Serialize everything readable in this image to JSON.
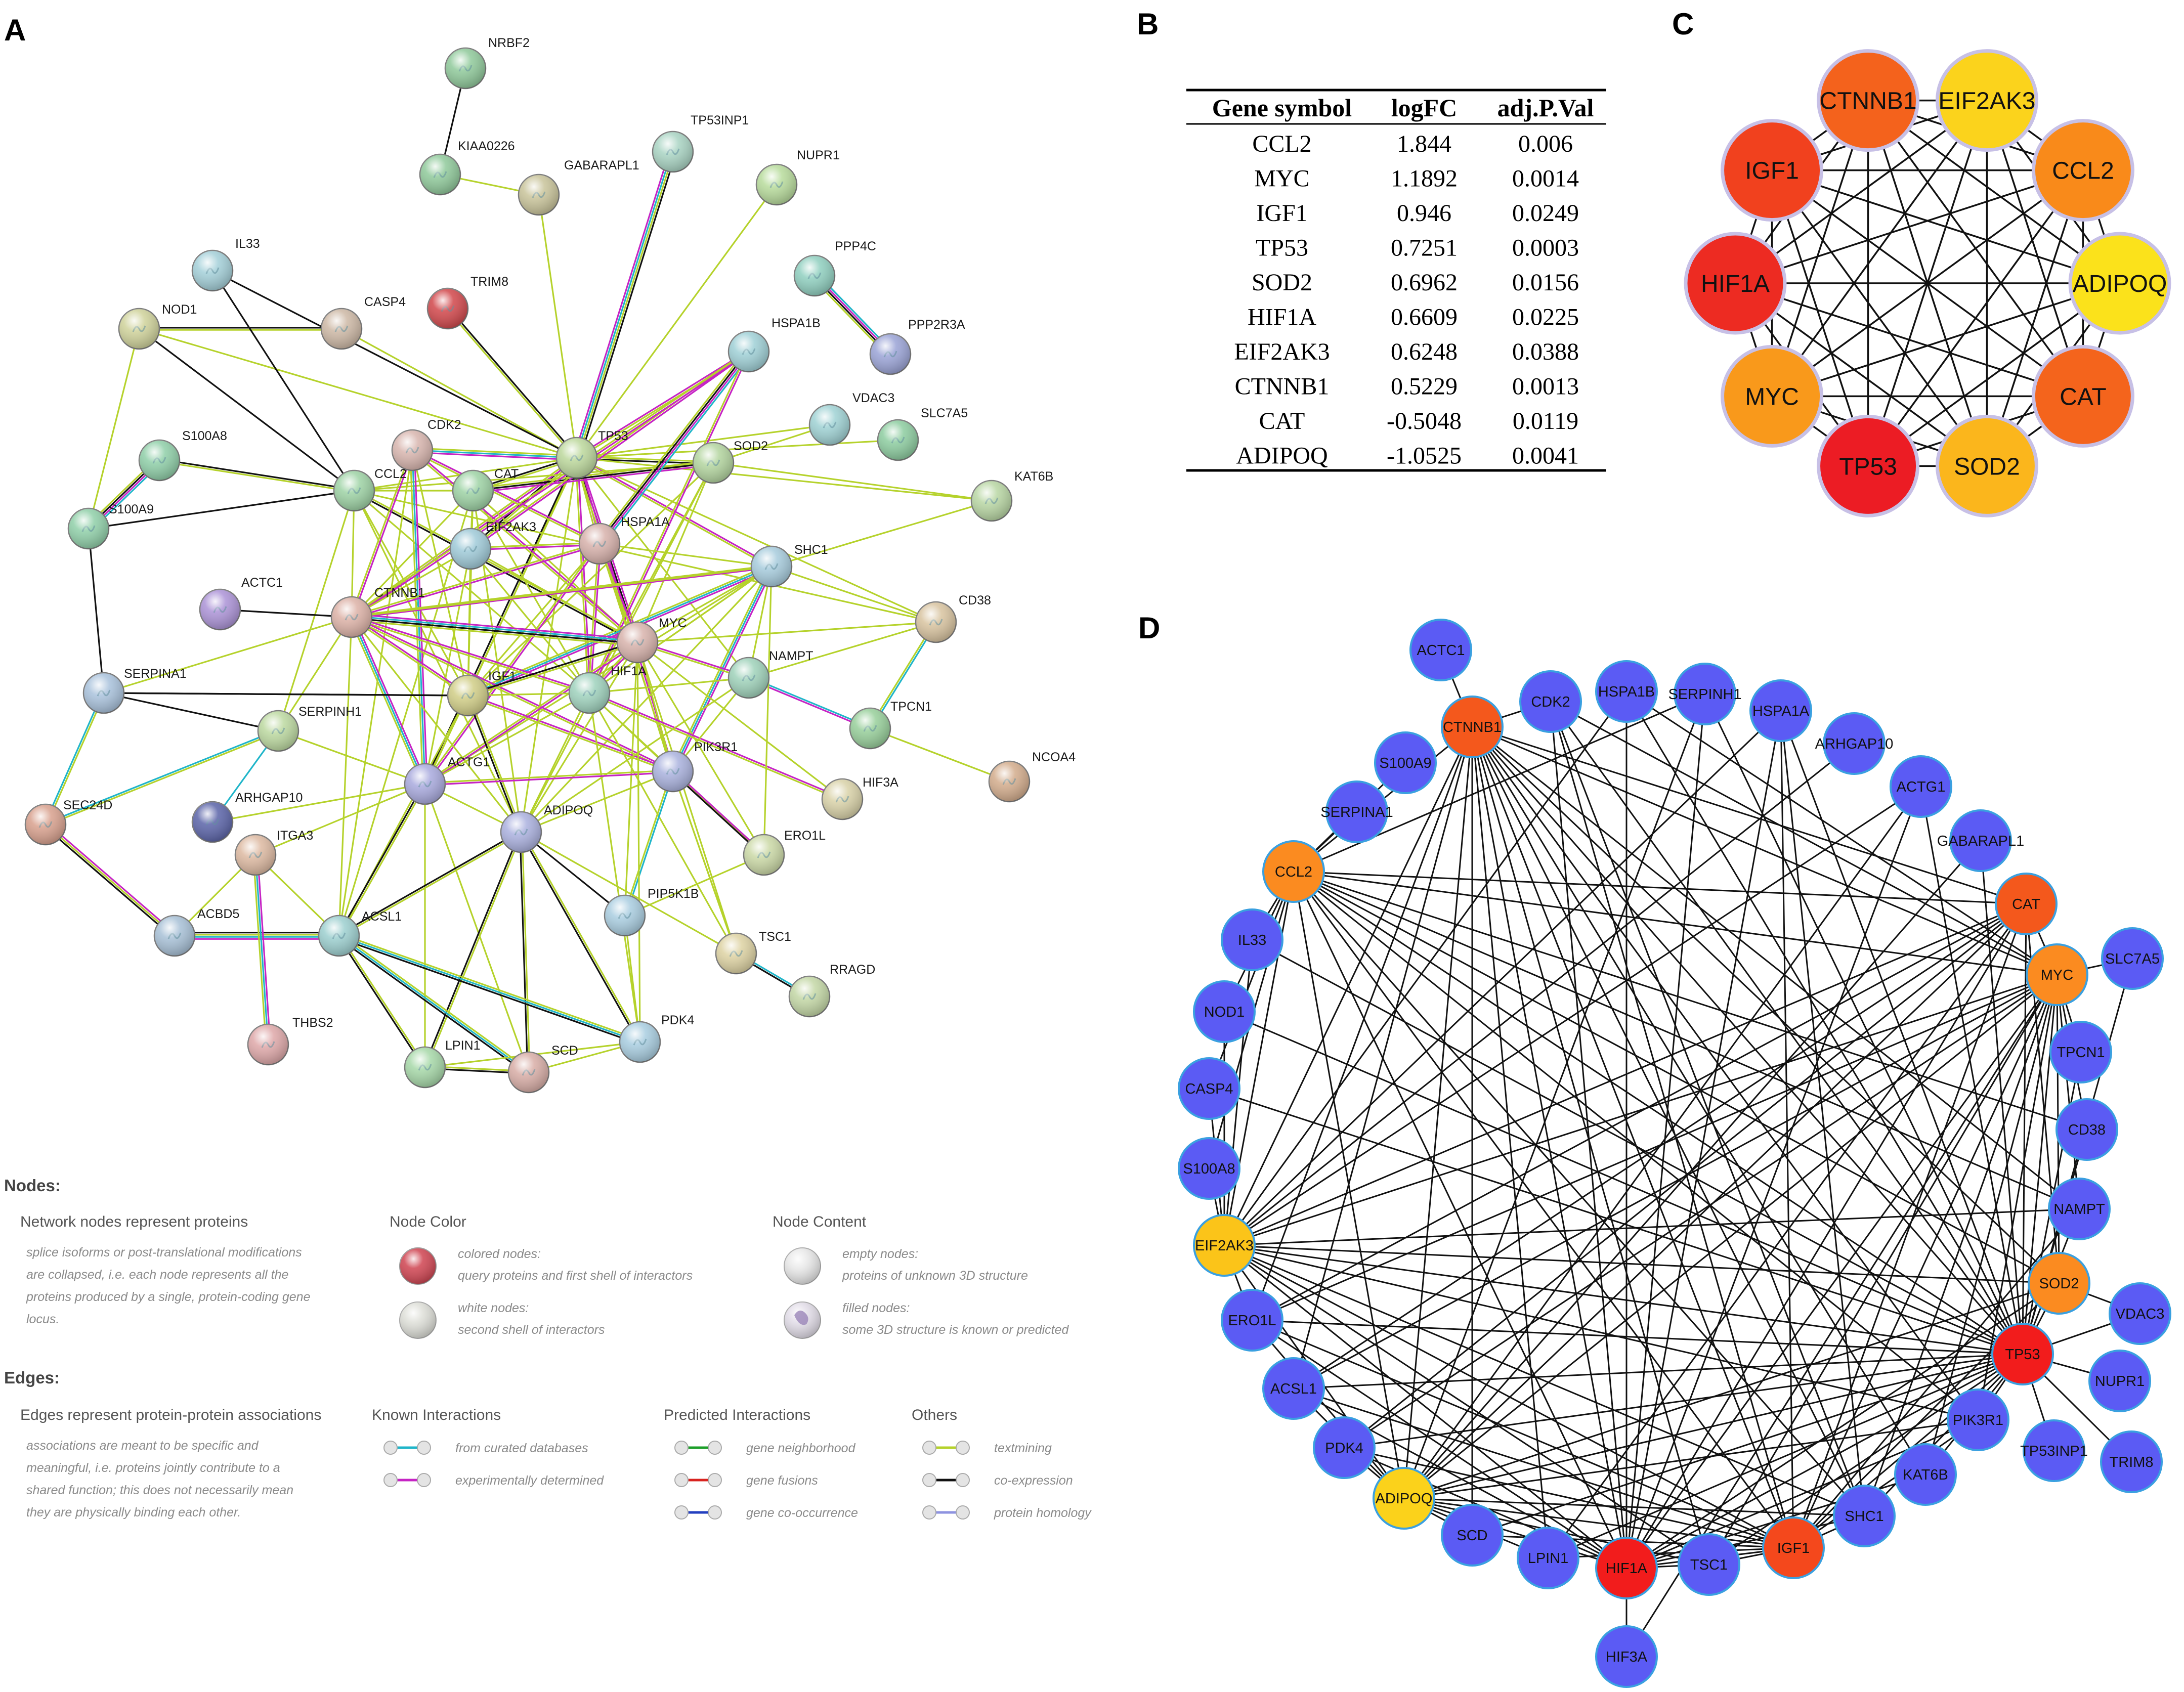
{
  "panels": {
    "a": "A",
    "b": "B",
    "c": "C",
    "d": "D"
  },
  "panelA": {
    "nodes": [
      {
        "id": "NRBF2",
        "color": "#8fc99a"
      },
      {
        "id": "KIAA0226",
        "color": "#8fc99a"
      },
      {
        "id": "GABARAPL1",
        "color": "#c9c49a"
      },
      {
        "id": "TP53INP1",
        "color": "#a9d4c3"
      },
      {
        "id": "NUPR1",
        "color": "#b7db9b"
      },
      {
        "id": "PPP4C",
        "color": "#8fcfbf"
      },
      {
        "id": "PPP2R3A",
        "color": "#9aa3d6"
      },
      {
        "id": "IL33",
        "color": "#a3cfd8"
      },
      {
        "id": "NOD1",
        "color": "#cfd29a"
      },
      {
        "id": "CASP4",
        "color": "#cdb8a5"
      },
      {
        "id": "TRIM8",
        "color": "#d1464a"
      },
      {
        "id": "HSPA1B",
        "color": "#9fd0d6"
      },
      {
        "id": "VDAC3",
        "color": "#9fd2d4"
      },
      {
        "id": "SLC7A5",
        "color": "#8ccc9f"
      },
      {
        "id": "S100A8",
        "color": "#8fcfa8"
      },
      {
        "id": "CDK2",
        "color": "#d8b5ae"
      },
      {
        "id": "CCL2",
        "color": "#9dd2a4"
      },
      {
        "id": "CAT",
        "color": "#9dd2a4"
      },
      {
        "id": "TP53",
        "color": "#bcd89c"
      },
      {
        "id": "SOD2",
        "color": "#b3d59f"
      },
      {
        "id": "KAT6B",
        "color": "#b8d6a3"
      },
      {
        "id": "S100A9",
        "color": "#8fcfa8"
      },
      {
        "id": "EIF2AK3",
        "color": "#9fcad8"
      },
      {
        "id": "HSPA1A",
        "color": "#d7b1ab"
      },
      {
        "id": "SHC1",
        "color": "#a6cbdc"
      },
      {
        "id": "ACTC1",
        "color": "#ab92d6"
      },
      {
        "id": "CTNNB1",
        "color": "#dcb1a6"
      },
      {
        "id": "MYC",
        "color": "#d8b3ac"
      },
      {
        "id": "CD38",
        "color": "#d8c39f"
      },
      {
        "id": "SERPINA1",
        "color": "#a9c2dc"
      },
      {
        "id": "IGF1",
        "color": "#d0cd86"
      },
      {
        "id": "HIF1A",
        "color": "#9fd2bd"
      },
      {
        "id": "NAMPT",
        "color": "#9fd2ba"
      },
      {
        "id": "SERPINH1",
        "color": "#bcd9a0"
      },
      {
        "id": "TPCN1",
        "color": "#97cf9a"
      },
      {
        "id": "NCOA4",
        "color": "#d3ac8c"
      },
      {
        "id": "ACTG1",
        "color": "#a8a9dd"
      },
      {
        "id": "PIK3R1",
        "color": "#aab2de"
      },
      {
        "id": "HIF3A",
        "color": "#d9d2a8"
      },
      {
        "id": "SEC24D",
        "color": "#d8a08d"
      },
      {
        "id": "ARHGAP10",
        "color": "#5a63a8"
      },
      {
        "id": "ADIPOQ",
        "color": "#aab0de"
      },
      {
        "id": "ITGA3",
        "color": "#ddb9a1"
      },
      {
        "id": "ERO1L",
        "color": "#cbd9a6"
      },
      {
        "id": "PIP5K1B",
        "color": "#a9cde0"
      },
      {
        "id": "ACBD5",
        "color": "#a7c0d6"
      },
      {
        "id": "ACSL1",
        "color": "#9ccfcf"
      },
      {
        "id": "TSC1",
        "color": "#ddd2a2"
      },
      {
        "id": "RRAGD",
        "color": "#c3d7a5"
      },
      {
        "id": "THBS2",
        "color": "#dea7a8"
      },
      {
        "id": "PDK4",
        "color": "#a8cde0"
      },
      {
        "id": "LPIN1",
        "color": "#a6d8a8"
      },
      {
        "id": "SCD",
        "color": "#d8ada6"
      }
    ],
    "legend": {
      "nodes_title": "Nodes:",
      "nodes_sub": "Network nodes represent proteins",
      "nodes_desc": [
        "splice isoforms or post-translational modifications",
        "are collapsed, i.e. each node represents all the",
        "proteins produced by a single, protein-coding gene",
        "locus."
      ],
      "node_color_title": "Node Color",
      "colored_nodes": [
        "colored nodes:",
        "query proteins and first shell of interactors"
      ],
      "white_nodes": [
        "white nodes:",
        "second shell of interactors"
      ],
      "node_content_title": "Node Content",
      "empty_nodes": [
        "empty nodes:",
        "proteins of unknown 3D structure"
      ],
      "filled_nodes": [
        "filled nodes:",
        "some 3D structure is known or predicted"
      ],
      "edges_title": "Edges:",
      "edges_sub": "Edges represent protein-protein associations",
      "edges_desc": [
        "associations are meant to be specific and",
        "meaningful, i.e. proteins jointly contribute to a",
        "shared function; this does not necessarily mean",
        "they are physically binding each other."
      ],
      "known_title": "Known Interactions",
      "known": [
        {
          "label": "from curated databases",
          "color": "#1fb5c9"
        },
        {
          "label": "experimentally determined",
          "color": "#c624c4"
        }
      ],
      "predicted_title": "Predicted Interactions",
      "predicted": [
        {
          "label": "gene neighborhood",
          "color": "#1d9f2a"
        },
        {
          "label": "gene fusions",
          "color": "#d8231f"
        },
        {
          "label": "gene co-occurrence",
          "color": "#233fbf"
        }
      ],
      "others_title": "Others",
      "others": [
        {
          "label": "textmining",
          "color": "#b5d22b"
        },
        {
          "label": "co-expression",
          "color": "#111111"
        },
        {
          "label": "protein homology",
          "color": "#8e93e0"
        }
      ]
    }
  },
  "table": {
    "headers": [
      "Gene symbol",
      "logFC",
      "adj.P.Val"
    ],
    "rows": [
      [
        "CCL2",
        "1.844",
        "0.006"
      ],
      [
        "MYC",
        "1.1892",
        "0.0014"
      ],
      [
        "IGF1",
        "0.946",
        "0.0249"
      ],
      [
        "TP53",
        "0.7251",
        "0.0003"
      ],
      [
        "SOD2",
        "0.6962",
        "0.0156"
      ],
      [
        "HIF1A",
        "0.6609",
        "0.0225"
      ],
      [
        "EIF2AK3",
        "0.6248",
        "0.0388"
      ],
      [
        "CTNNB1",
        "0.5229",
        "0.0013"
      ],
      [
        "CAT",
        "-0.5048",
        "0.0119"
      ],
      [
        "ADIPOQ",
        "-1.0525",
        "0.0041"
      ]
    ]
  },
  "panelC": {
    "nodes": [
      {
        "id": "CTNNB1",
        "color": "#f4621c"
      },
      {
        "id": "EIF2AK3",
        "color": "#fbd31c"
      },
      {
        "id": "CCL2",
        "color": "#f98a1a"
      },
      {
        "id": "ADIPOQ",
        "color": "#fbe21b"
      },
      {
        "id": "CAT",
        "color": "#f4641c"
      },
      {
        "id": "SOD2",
        "color": "#fbb61c"
      },
      {
        "id": "TP53",
        "color": "#ec1c24"
      },
      {
        "id": "MYC",
        "color": "#f9991b"
      },
      {
        "id": "HIF1A",
        "color": "#ed2b22"
      },
      {
        "id": "IGF1",
        "color": "#f1411e"
      }
    ]
  },
  "panelD": {
    "hub_colors": {
      "red": "#f21c1c",
      "orange_red": "#f4581c",
      "orange": "#fb8b20",
      "gold": "#fbc419",
      "blue": "#5b5bf4"
    },
    "nodes": [
      {
        "id": "ACTC1",
        "color": "#5b5bf4"
      },
      {
        "id": "CTNNB1",
        "color": "#f4581c"
      },
      {
        "id": "CDK2",
        "color": "#5b5bf4"
      },
      {
        "id": "HSPA1B",
        "color": "#5b5bf4"
      },
      {
        "id": "SERPINH1",
        "color": "#5b5bf4"
      },
      {
        "id": "HSPA1A",
        "color": "#5b5bf4"
      },
      {
        "id": "ARHGAP10",
        "color": "#5b5bf4"
      },
      {
        "id": "S100A9",
        "color": "#5b5bf4"
      },
      {
        "id": "ACTG1",
        "color": "#5b5bf4"
      },
      {
        "id": "SERPINA1",
        "color": "#5b5bf4"
      },
      {
        "id": "GABARAPL1",
        "color": "#5b5bf4"
      },
      {
        "id": "CCL2",
        "color": "#fb8b20"
      },
      {
        "id": "CAT",
        "color": "#f4581c"
      },
      {
        "id": "IL33",
        "color": "#5b5bf4"
      },
      {
        "id": "MYC",
        "color": "#fb8b20"
      },
      {
        "id": "SLC7A5",
        "color": "#5b5bf4"
      },
      {
        "id": "NOD1",
        "color": "#5b5bf4"
      },
      {
        "id": "TPCN1",
        "color": "#5b5bf4"
      },
      {
        "id": "CASP4",
        "color": "#5b5bf4"
      },
      {
        "id": "CD38",
        "color": "#5b5bf4"
      },
      {
        "id": "S100A8",
        "color": "#5b5bf4"
      },
      {
        "id": "NAMPT",
        "color": "#5b5bf4"
      },
      {
        "id": "EIF2AK3",
        "color": "#fbc419"
      },
      {
        "id": "SOD2",
        "color": "#fb8b20"
      },
      {
        "id": "VDAC3",
        "color": "#5b5bf4"
      },
      {
        "id": "ERO1L",
        "color": "#5b5bf4"
      },
      {
        "id": "TP53",
        "color": "#f21c1c"
      },
      {
        "id": "NUPR1",
        "color": "#5b5bf4"
      },
      {
        "id": "ACSL1",
        "color": "#5b5bf4"
      },
      {
        "id": "PIK3R1",
        "color": "#5b5bf4"
      },
      {
        "id": "TP53INP1",
        "color": "#5b5bf4"
      },
      {
        "id": "TRIM8",
        "color": "#5b5bf4"
      },
      {
        "id": "PDK4",
        "color": "#5b5bf4"
      },
      {
        "id": "KAT6B",
        "color": "#5b5bf4"
      },
      {
        "id": "ADIPOQ",
        "color": "#fbd21b"
      },
      {
        "id": "SHC1",
        "color": "#5b5bf4"
      },
      {
        "id": "SCD",
        "color": "#5b5bf4"
      },
      {
        "id": "IGF1",
        "color": "#f4481c"
      },
      {
        "id": "LPIN1",
        "color": "#5b5bf4"
      },
      {
        "id": "TSC1",
        "color": "#5b5bf4"
      },
      {
        "id": "HIF1A",
        "color": "#f21c1c"
      },
      {
        "id": "HIF3A",
        "color": "#5b5bf4"
      }
    ]
  }
}
